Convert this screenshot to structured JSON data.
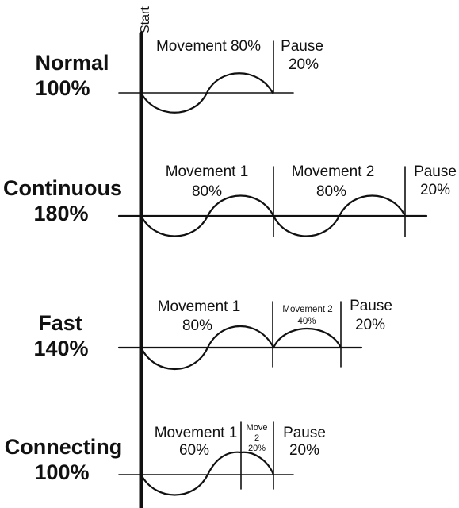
{
  "start_label": "Start",
  "colors": {
    "ink": "#111111",
    "background": "#ffffff"
  },
  "rows": [
    {
      "name": [
        "Normal",
        "100%"
      ],
      "segments": [
        {
          "kind": "wave",
          "lines": [
            "Movement 80%"
          ]
        },
        {
          "kind": "pause",
          "lines": [
            "Pause",
            "20%"
          ]
        }
      ]
    },
    {
      "name": [
        "Continuous",
        "180%"
      ],
      "segments": [
        {
          "kind": "wave",
          "lines": [
            "Movement 1",
            "80%"
          ]
        },
        {
          "kind": "wave",
          "lines": [
            "Movement 2",
            "80%"
          ]
        },
        {
          "kind": "pause",
          "lines": [
            "Pause",
            "20%"
          ]
        }
      ]
    },
    {
      "name": [
        "Fast",
        "140%"
      ],
      "segments": [
        {
          "kind": "wave",
          "lines": [
            "Movement 1",
            "80%"
          ]
        },
        {
          "kind": "half-wave",
          "lines": [
            "Movement 2",
            "40%"
          ]
        },
        {
          "kind": "pause",
          "lines": [
            "Pause",
            "20%"
          ]
        }
      ]
    },
    {
      "name": [
        "Connecting",
        "100%"
      ],
      "segments": [
        {
          "kind": "wave",
          "lines": [
            "Movement 1",
            "60%"
          ]
        },
        {
          "kind": "half-wave",
          "lines": [
            "Move",
            "2",
            "20%"
          ]
        },
        {
          "kind": "pause",
          "lines": [
            "Pause",
            "20%"
          ]
        }
      ]
    }
  ]
}
